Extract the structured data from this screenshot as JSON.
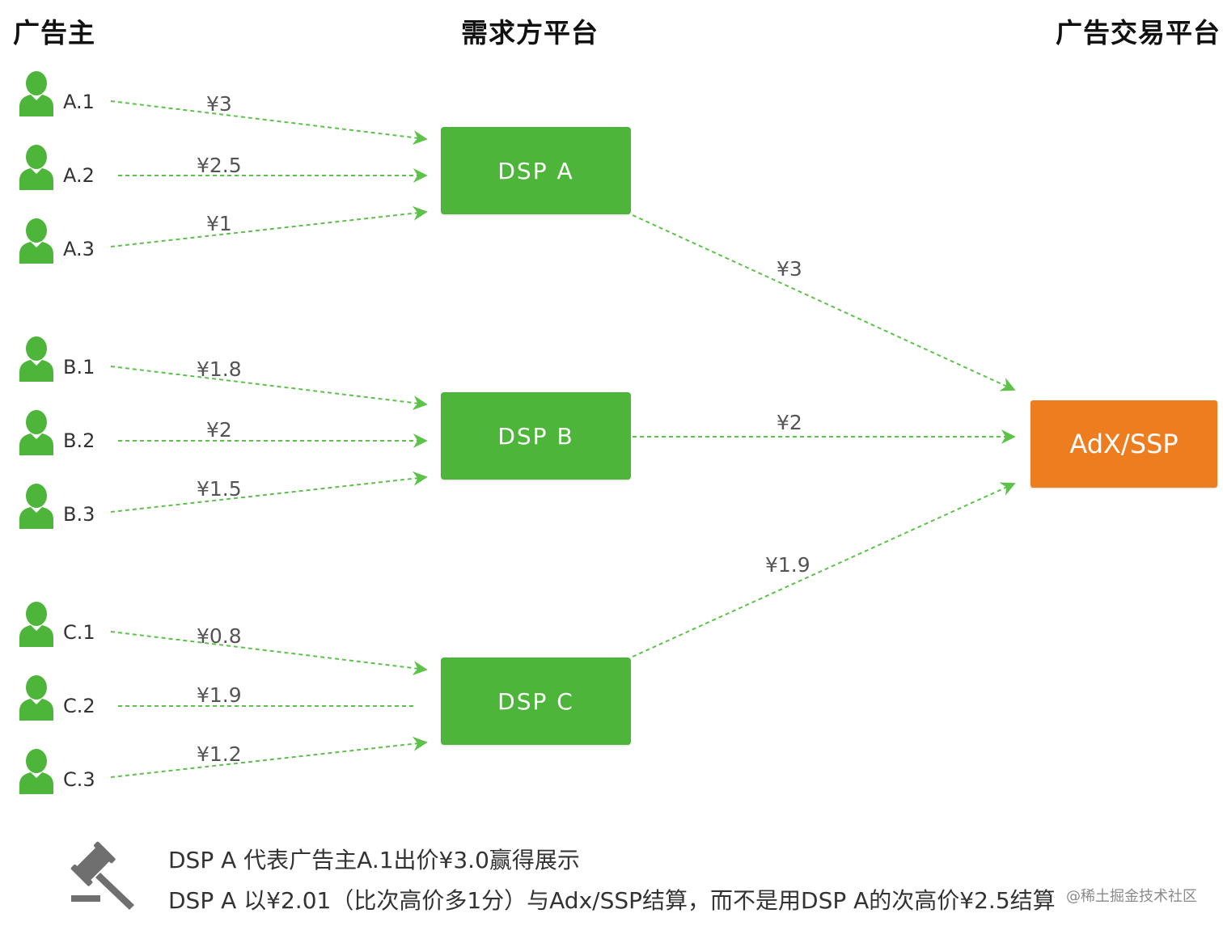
{
  "headers": {
    "advertisers": "广告主",
    "dsp_platform": "需求方平台",
    "exchange_platform": "广告交易平台"
  },
  "advertisers": [
    {
      "label": "A.1",
      "bid": "¥3"
    },
    {
      "label": "A.2",
      "bid": "¥2.5"
    },
    {
      "label": "A.3",
      "bid": "¥1"
    },
    {
      "label": "B.1",
      "bid": "¥1.8"
    },
    {
      "label": "B.2",
      "bid": "¥2"
    },
    {
      "label": "B.3",
      "bid": "¥1.5"
    },
    {
      "label": "C.1",
      "bid": "¥0.8"
    },
    {
      "label": "C.2",
      "bid": "¥1.9"
    },
    {
      "label": "C.3",
      "bid": "¥1.2"
    }
  ],
  "dsps": [
    {
      "label": "DSP  A",
      "bid_to_exchange": "¥3"
    },
    {
      "label": "DSP  B",
      "bid_to_exchange": "¥2"
    },
    {
      "label": "DSP  C",
      "bid_to_exchange": "¥1.9"
    }
  ],
  "exchange": {
    "label": "AdX/SSP"
  },
  "notes": {
    "line1": "DSP  A  代表广告主A.1出价¥3.0赢得展示",
    "line2": "DSP  A  以¥2.01（比次高价多1分）与Adx/SSP结算，而不是用DSP A的次高价¥2.5结算"
  },
  "watermark": "@稀土掘金技术社区",
  "icons": {
    "advertiser": "person-icon",
    "notes": "gavel-icon"
  },
  "colors": {
    "dsp_box": "#4db53a",
    "exchange_box": "#ee7d1f",
    "edge": "#5cc24a",
    "person": "#4db53a"
  }
}
